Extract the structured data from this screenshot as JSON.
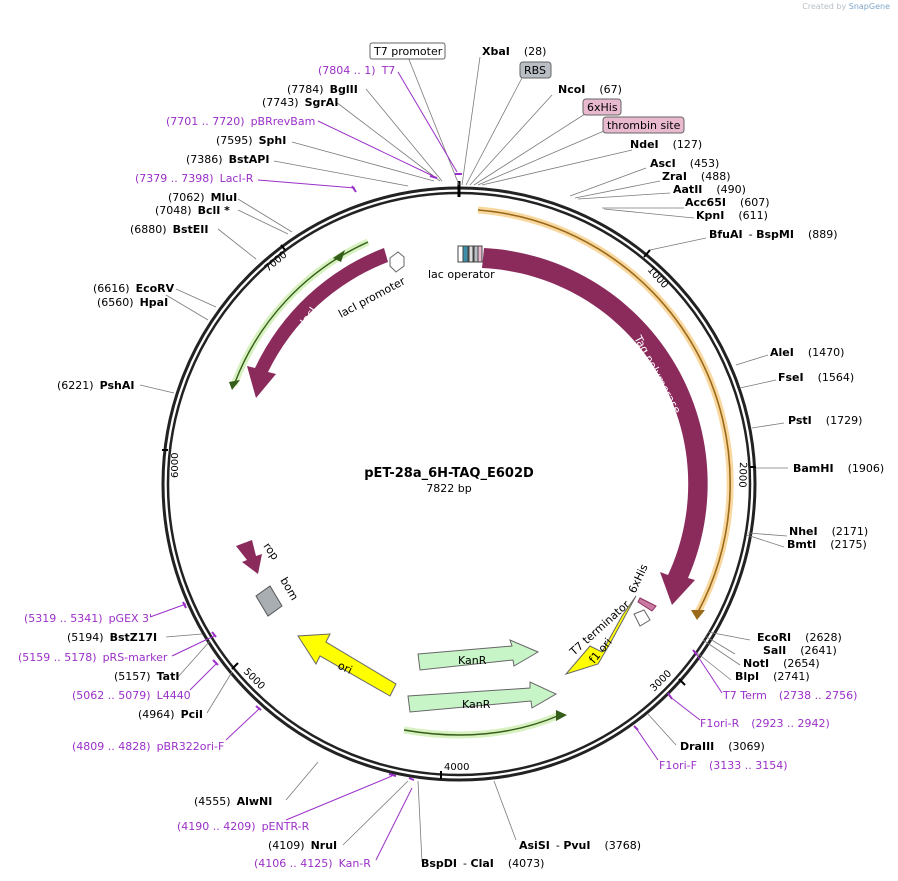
{
  "credit": {
    "prefix": "Created by",
    "brand": "SnapGene"
  },
  "plasmid": {
    "name": "pET-28a_6H-TAQ_E602D",
    "length": "7822 bp"
  },
  "ticks": [
    "1000",
    "2000",
    "3000",
    "4000",
    "5000",
    "6000",
    "7000"
  ],
  "sites": [
    {
      "name": "XbaI",
      "pos": "(28)"
    },
    {
      "name": "NcoI",
      "pos": "(67)"
    },
    {
      "name": "NdeI",
      "pos": "(127)"
    },
    {
      "name": "AscI",
      "pos": "(453)"
    },
    {
      "name": "ZraI",
      "pos": "(488)"
    },
    {
      "name": "AatII",
      "pos": "(490)"
    },
    {
      "name": "Acc65I",
      "pos": "(607)"
    },
    {
      "name": "KpnI",
      "pos": "(611)"
    },
    {
      "name": "BfuAI",
      "name2": "BspMI",
      "pos": "(889)"
    },
    {
      "name": "AleI",
      "pos": "(1470)"
    },
    {
      "name": "FseI",
      "pos": "(1564)"
    },
    {
      "name": "PstI",
      "pos": "(1729)"
    },
    {
      "name": "BamHI",
      "pos": "(1906)"
    },
    {
      "name": "NheI",
      "pos": "(2171)"
    },
    {
      "name": "BmtI",
      "pos": "(2175)"
    },
    {
      "name": "EcoRI",
      "pos": "(2628)"
    },
    {
      "name": "SalI",
      "pos": "(2641)"
    },
    {
      "name": "NotI",
      "pos": "(2654)"
    },
    {
      "name": "BlpI",
      "pos": "(2741)"
    },
    {
      "name": "DraIII",
      "pos": "(3069)"
    },
    {
      "name": "AsiSI",
      "name2": "PvuI",
      "pos": "(3768)"
    },
    {
      "name": "BspDI",
      "name2": "ClaI",
      "pos": "(4073)"
    },
    {
      "name": "NruI",
      "pos": "(4109)"
    },
    {
      "name": "AlwNI",
      "pos": "(4555)"
    },
    {
      "name": "PciI",
      "pos": "(4964)"
    },
    {
      "name": "TatI",
      "pos": "(5157)"
    },
    {
      "name": "BstZ17I",
      "pos": "(5194)"
    },
    {
      "name": "PshAI",
      "pos": "(6221)"
    },
    {
      "name": "HpaI",
      "pos": "(6560)"
    },
    {
      "name": "EcoRV",
      "pos": "(6616)"
    },
    {
      "name": "BstEII",
      "pos": "(6880)"
    },
    {
      "name": "BclI *",
      "pos": "(7048)"
    },
    {
      "name": "MluI",
      "pos": "(7062)"
    },
    {
      "name": "BstAPI",
      "pos": "(7386)"
    },
    {
      "name": "SphI",
      "pos": "(7595)"
    },
    {
      "name": "SgrAI",
      "pos": "(7743)"
    },
    {
      "name": "BglII",
      "pos": "(7784)"
    }
  ],
  "primers": [
    {
      "range": "(7804 .. 1)",
      "name": "T7"
    },
    {
      "range": "(7701 .. 7720)",
      "name": "pBRrevBam"
    },
    {
      "range": "(7379 .. 7398)",
      "name": "LacI-R"
    },
    {
      "name": "T7 Term",
      "range": "(2738 .. 2756)"
    },
    {
      "name": "F1ori-R",
      "range": "(2923 .. 2942)"
    },
    {
      "name": "F1ori-F",
      "range": "(3133 .. 3154)"
    },
    {
      "range": "(4190 .. 4209)",
      "name": "pENTR-R"
    },
    {
      "range": "(4106 .. 4125)",
      "name": "Kan-R"
    },
    {
      "range": "(4809 .. 4828)",
      "name": "pBR322ori-F"
    },
    {
      "range": "(5062 .. 5079)",
      "name": "L4440"
    },
    {
      "range": "(5159 .. 5178)",
      "name": "pRS-marker"
    },
    {
      "range": "(5319 .. 5341)",
      "name": "pGEX 3'"
    }
  ],
  "boxed_features": [
    {
      "label": "T7 promoter"
    },
    {
      "label": "RBS"
    },
    {
      "label": "6xHis"
    },
    {
      "label": "thrombin site"
    }
  ],
  "features": {
    "lac_operator": "lac operator",
    "laci": "lacI",
    "laci_promoter": "lacI promoter",
    "taq": "Taq polymerase",
    "his_c": "6xHis",
    "t7_terminator": "T7 terminator",
    "f1_ori": "f1 ori",
    "kanr1": "KanR",
    "kanr2": "KanR",
    "ori": "ori",
    "rop": "rop",
    "bom": "bom"
  },
  "colors": {
    "backbone": "#222222",
    "feature_purple": "#8b2b5c",
    "primer": "#9b30c8",
    "yellow_feature": "#ffff00",
    "kanr_fill": "#c8f5c8",
    "orange_highlight": "#f5a623",
    "green_highlight": "#7ccd3a",
    "box_gray": "#b8bec4",
    "box_pink": "#e9b9d0"
  }
}
